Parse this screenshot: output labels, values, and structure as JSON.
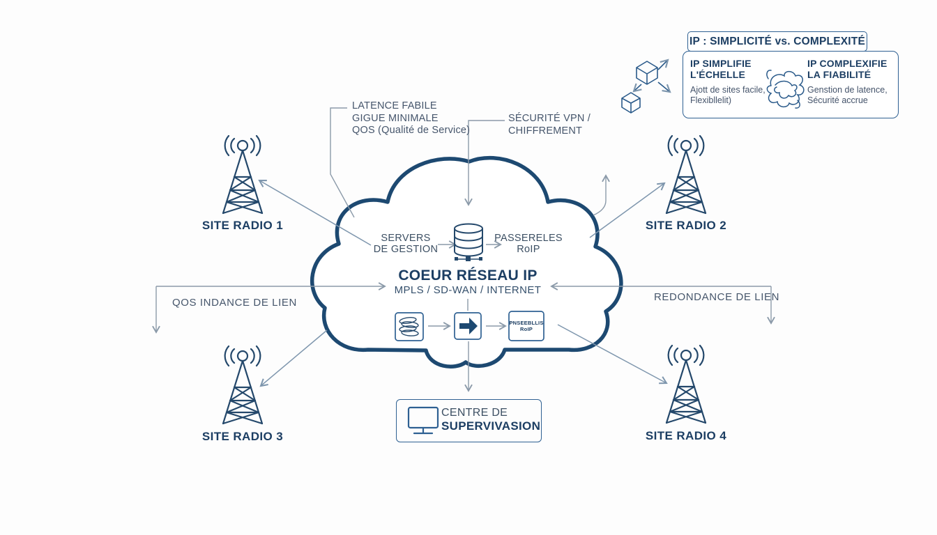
{
  "colors": {
    "cloud_stroke": "#1d4971",
    "heading_text": "#1c3e63",
    "label_text": "#45556b",
    "line_gray": "#8b9aa9",
    "line_blue": "#7e96ad",
    "box_border": "#2e6092"
  },
  "info_panel": {
    "title": "IP : SIMPLICITÉ vs. COMPLEXITÉ",
    "left": {
      "heading_line1": "IP SIMPLIFIE",
      "heading_line2": "L'ÉCHELLE",
      "body_line1": "Ajott de sites facile,",
      "body_line2": "Flexibllelit)"
    },
    "right": {
      "heading_line1": "IP COMPLEXIFIE",
      "heading_line2": "LA FIABILITÉ",
      "body_line1": "Genstion de latence,",
      "body_line2": "Sécurité accrue"
    }
  },
  "callouts": {
    "latence": {
      "line1": "LATENCE FABILE",
      "line2": "GIGUE MINIMALE",
      "line3": "QOS (Qualité de Service)"
    },
    "securite": {
      "line1": "SÉCURITÉ VPN /",
      "line2": "CHIFFREMENT"
    },
    "qos_left": "QOS INDANCE DE LIEN",
    "redondance_right": "REDONDANCE DE LIEN"
  },
  "cloud": {
    "servers": {
      "line1": "SERVERS",
      "line2": "DE GESTION"
    },
    "passerelles": {
      "line1": "PASSERELES",
      "line2": "RoIP"
    },
    "title": "COEUR RÉSEAU IP",
    "subtitle": "MPLS / SD-WAN / INTERNET",
    "gateway_box": {
      "line1": "PNSEEBLLIS",
      "line2": "RoIP"
    }
  },
  "sites": {
    "site1": "SITE RADIO 1",
    "site2": "SITE RADIO 2",
    "site3": "SITE RADIO 3",
    "site4": "SITE RADIO 4"
  },
  "supervision": {
    "line1": "CENTRE DE",
    "line2": "SUPERVIVASION"
  }
}
